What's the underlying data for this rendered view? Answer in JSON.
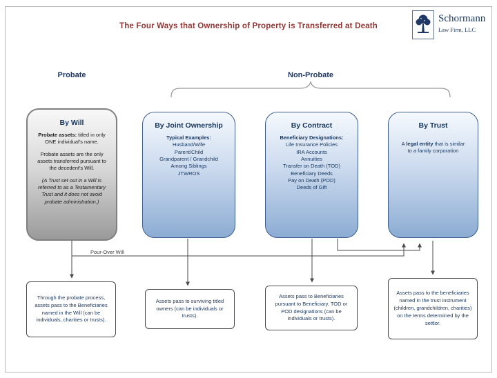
{
  "title": "The Four Ways that Ownership of Property is Transferred at Death",
  "logo": {
    "name": "Schormann",
    "subtitle": "Law Firm, LLC"
  },
  "labels": {
    "probate": "Probate",
    "non_probate": "Non-Probate",
    "pour_over": "Pour-Over Will"
  },
  "boxes": [
    {
      "heading": "By Will",
      "lead_bold": "Probate assets:",
      "lead_rest": "  titled in only ONE individual's name.",
      "para2": "Probate assets are the only assets transferred pursuant to the decedent's Will.",
      "para3": "(A Trust set out in a Will is referred to as a Testamentary Trust and it does not avoid probate administration.)"
    },
    {
      "heading": "By Joint Ownership",
      "lead_bold": "Typical Examples:",
      "items": [
        "Husband/Wife",
        "Parent/Child",
        "Grandparent / Grandchild",
        "Among Siblings",
        "JTWROS"
      ]
    },
    {
      "heading": "By Contract",
      "lead_bold": "Beneficiary Designations:",
      "items": [
        "Life Insurance Policies",
        "IRA Accounts",
        "Annuities",
        "Transfer on Death (TOD)",
        "Beneficiary Deeds",
        "Pay on Death (POD)",
        "Deeds of Gift"
      ]
    },
    {
      "heading": "By Trust",
      "pre": "A ",
      "bold": "legal entity",
      "rest": " that is similar to a family corporation"
    }
  ],
  "bottom_boxes": [
    "Through the probate process, assets pass to the Beneficiaries named in the Will (can be individuals, charities or trusts).",
    "Assets pass to surviving titled owners (can be individuals or trusts).",
    "Assets pass to Beneficiaries pursuant to Beneficiary, TOD or POD designations (can be individuals or trusts).",
    "Assets pass to the beneficiaries named in the trust instrument (children, grandchildren, charities) on the terms determined by the settlor."
  ],
  "colors": {
    "title_red": "#943634",
    "navy": "#17365D",
    "blue_box_border": "#3C5D8C",
    "gray_box_border": "#7F7F7F",
    "connector": "#4A4A4A"
  }
}
